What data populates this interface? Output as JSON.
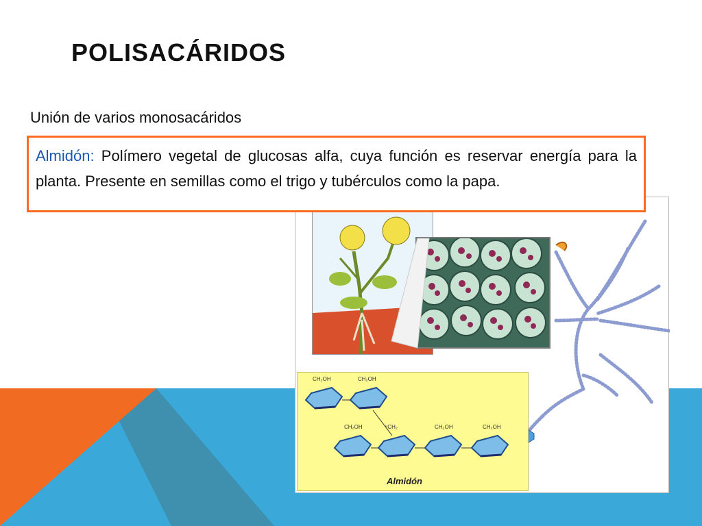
{
  "slide": {
    "title": "POLISACÁRIDOS",
    "subtitle": "Unión de varios monosacáridos",
    "definition": {
      "term": "Almidón:",
      "text": " Polímero vegetal de glucosas alfa, cuya función es reservar energía para la planta. Presente en semillas como el trigo y tubérculos como la papa."
    },
    "figure": {
      "chem_label": "Almidón",
      "chem_groups": [
        "CH₂OH",
        "CH₂OH",
        "CH₂OH",
        "⁶CH₂",
        "CH₂OH",
        "CH₂OH"
      ]
    }
  },
  "colors": {
    "accent_orange": "#ff6a22",
    "band_blue": "#3aa9d9",
    "band_teal": "#3f8fae",
    "term_blue": "#1a56b0",
    "chem_yellow": "#fffb93"
  }
}
